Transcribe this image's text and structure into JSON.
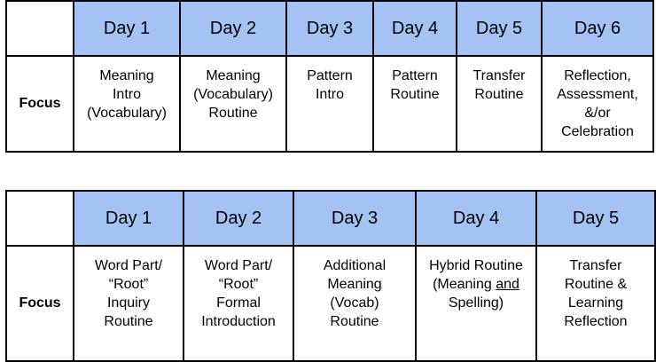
{
  "table1": {
    "row_label": "Focus",
    "days": [
      "Day 1",
      "Day 2",
      "Day 3",
      "Day 4",
      "Day 5",
      "Day 6"
    ],
    "cells": [
      "Meaning\nIntro\n(Vocabulary)",
      "Meaning\n(Vocabulary)\nRoutine",
      "Pattern\nIntro",
      "Pattern\nRoutine",
      "Transfer\nRoutine",
      "Reflection,\nAssessment,\n&/or\nCelebration"
    ]
  },
  "table2": {
    "row_label": "Focus",
    "days": [
      "Day 1",
      "Day 2",
      "Day 3",
      "Day 4",
      "Day 5"
    ],
    "cells": [
      "Word Part/\n“Root”\nInquiry\nRoutine",
      "Word Part/\n“Root”\nFormal\nIntroduction",
      "Additional\nMeaning\n(Vocab)\nRoutine",
      {
        "before": "Hybrid Routine\n(Meaning ",
        "underlined": "and",
        "after": "\nSpelling)"
      },
      "Transfer\nRoutine  &\nLearning\nReflection"
    ]
  }
}
